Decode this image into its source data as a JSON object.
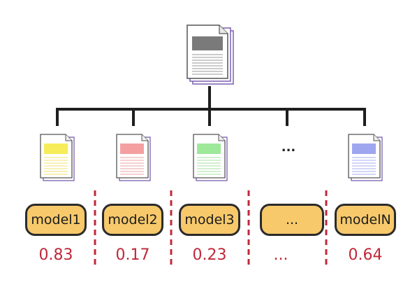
{
  "documents": {
    "source": {
      "name": "source-document",
      "header_color": "#7a7a7a"
    },
    "children": [
      {
        "name": "doc-model1",
        "header_color": "#f7ec5a",
        "line_color": "#f0e070"
      },
      {
        "name": "doc-model2",
        "header_color": "#f4a0a0",
        "line_color": "#eba0a0"
      },
      {
        "name": "doc-model3",
        "header_color": "#9ee89a",
        "line_color": "#a6dfa0"
      },
      {
        "name": "doc-modelN",
        "header_color": "#9fa6f0",
        "line_color": "#a7acf0"
      }
    ],
    "ellipsis": "..."
  },
  "models": [
    {
      "label": "model1",
      "score": "0.83"
    },
    {
      "label": "model2",
      "score": "0.17"
    },
    {
      "label": "model3",
      "score": "0.23"
    },
    {
      "label": "...",
      "score": "..."
    },
    {
      "label": "modelN",
      "score": "0.64"
    }
  ],
  "colors": {
    "model_fill": "#f7c96b",
    "score_text": "#c0283a",
    "separator": "#c0283a",
    "tree_line": "#1e1e1e"
  }
}
